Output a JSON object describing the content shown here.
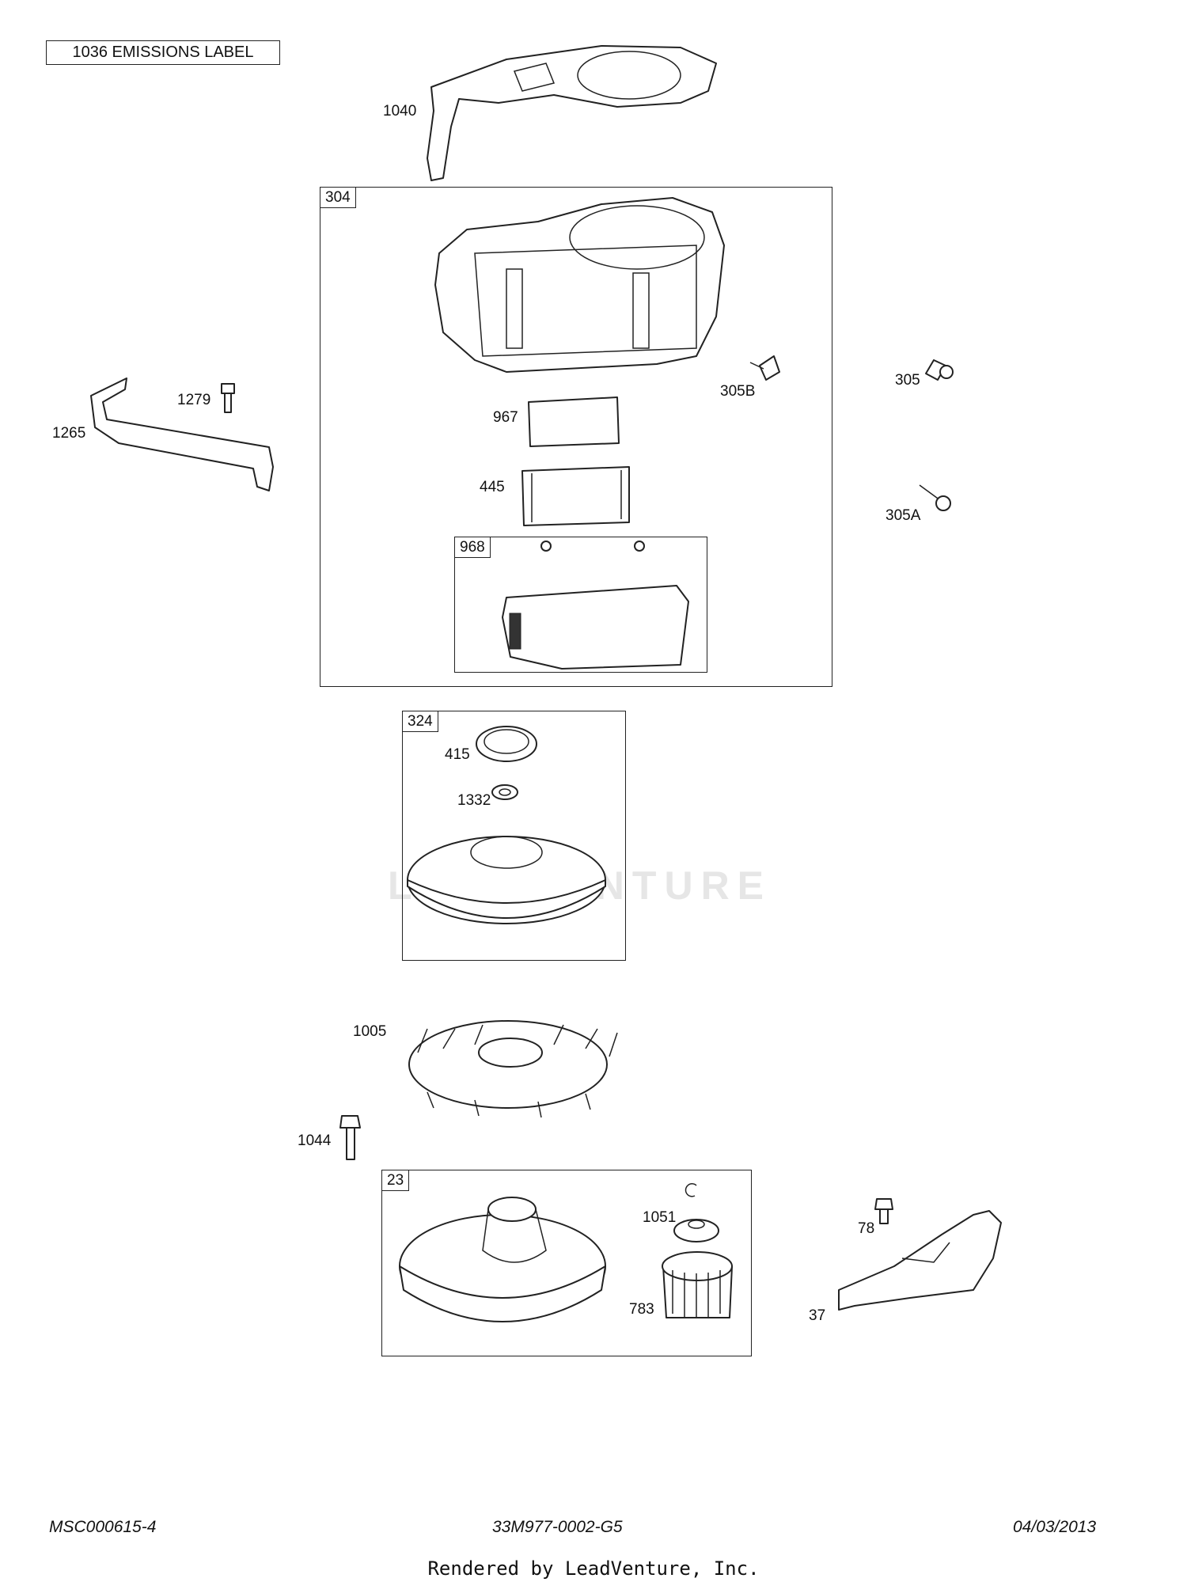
{
  "emissions_label": "1036 EMISSIONS LABEL",
  "callouts": {
    "p1040": "1040",
    "p304": "304",
    "p305B": "305B",
    "p305": "305",
    "p1279": "1279",
    "p1265": "1265",
    "p967": "967",
    "p445": "445",
    "p305A": "305A",
    "p968": "968",
    "p324": "324",
    "p415": "415",
    "p1332": "1332",
    "p1005": "1005",
    "p1044": "1044",
    "p23": "23",
    "p1051": "1051",
    "p783": "783",
    "p78": "78",
    "p37": "37"
  },
  "watermark": "LEADVENTURE",
  "footer": {
    "left_code": "MSC000615-4",
    "center_code": "33M977-0002-G5",
    "date": "04/03/2013",
    "rendered_by": "Rendered by LeadVenture, Inc."
  }
}
